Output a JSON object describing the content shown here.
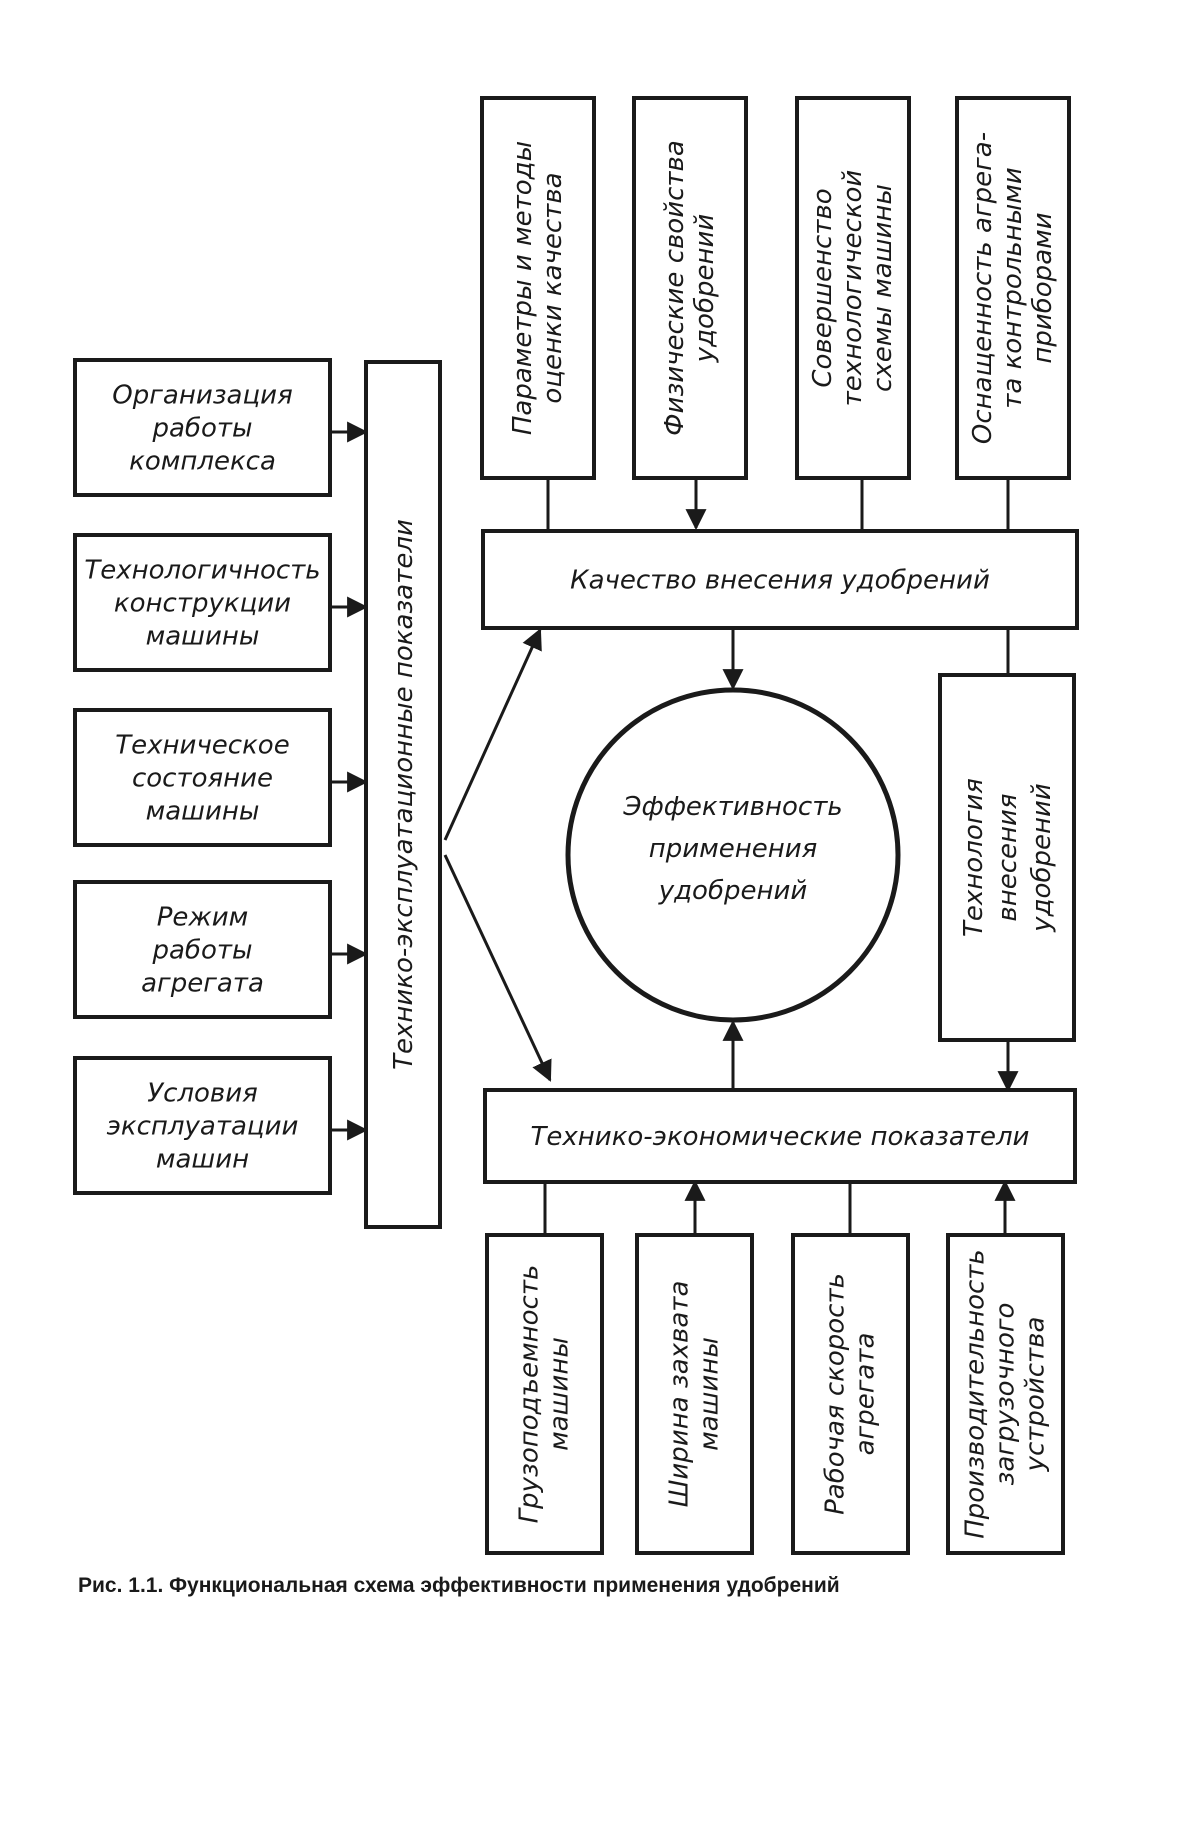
{
  "left_factors": [
    {
      "lines": [
        "Организация",
        "работы",
        "комплекса"
      ]
    },
    {
      "lines": [
        "Технологичность",
        "конструкции",
        "машины"
      ]
    },
    {
      "lines": [
        "Техническое",
        "состояние",
        "машины"
      ]
    },
    {
      "lines": [
        "Режим",
        "работы",
        "агрегата"
      ]
    },
    {
      "lines": [
        "Условия",
        "эксплуатации",
        "машин"
      ]
    }
  ],
  "operational_indicators": {
    "label": "Технико-эксплуатационные показатели"
  },
  "top_factors": [
    {
      "lines": [
        "Параметры и методы",
        "оценки качества"
      ]
    },
    {
      "lines": [
        "Физические свойства",
        "удобрений"
      ]
    },
    {
      "lines": [
        "Совершенство",
        "технологической",
        "схемы машины"
      ]
    },
    {
      "lines": [
        "Оснащенность агрега-",
        "та контрольными",
        "приборами"
      ]
    }
  ],
  "quality_box": {
    "label": "Качество внесения удобрений"
  },
  "center": {
    "lines": [
      "Эффективность",
      "применения",
      "удобрений"
    ]
  },
  "technology_box": {
    "lines": [
      "Технология",
      "внесения",
      "удобрений"
    ]
  },
  "economic_box": {
    "label": "Технико-экономические показатели"
  },
  "bottom_factors": [
    {
      "lines": [
        "Грузоподъемность",
        "машины"
      ]
    },
    {
      "lines": [
        "Ширина захвата",
        "машины"
      ]
    },
    {
      "lines": [
        "Рабочая скорость",
        "агрегата"
      ]
    },
    {
      "lines": [
        "Производительность",
        "загрузочного",
        "устройства"
      ]
    }
  ],
  "caption": "Рис. 1.1. Функциональная схема эффективности применения удобрений",
  "colors": {
    "ink": "#1a1a1a",
    "paper": "#ffffff"
  }
}
